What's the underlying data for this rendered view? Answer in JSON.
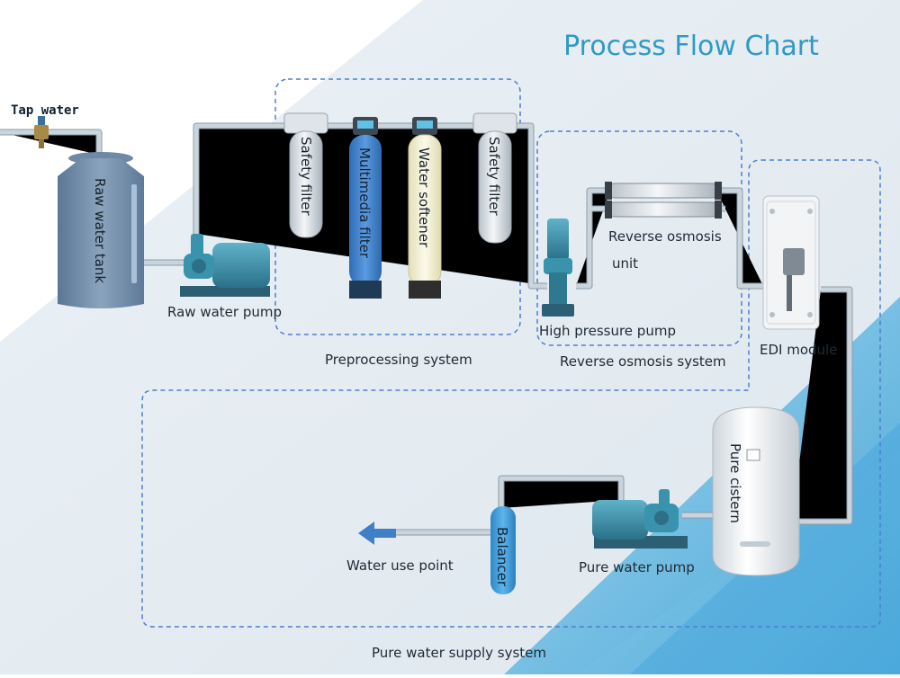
{
  "title": "Process Flow Chart",
  "labels": {
    "tap_water": "Tap water",
    "raw_water_tank": "Raw water tank",
    "raw_water_pump": "Raw water pump",
    "safety_filter_1": "Safety filter",
    "multimedia_filter": "Multimedia filter",
    "water_softener": "Water softener",
    "safety_filter_2": "Safety filter",
    "reverse_osmosis_unit_line1": "Reverse osmosis",
    "reverse_osmosis_unit_line2": "unit",
    "high_pressure_pump": "High pressure pump",
    "edi_module": "EDI module",
    "pure_cistern": "Pure cistern",
    "pure_water_pump": "Pure water pump",
    "balancer": "Balancer",
    "water_use_point": "Water use point"
  },
  "groups": {
    "preprocessing": "Preprocessing system",
    "reverse_osmosis": "Reverse osmosis system",
    "pure_water_supply": "Pure water supply system"
  },
  "colors": {
    "title": "#2f9ac4",
    "group_border": "#4d7fd0",
    "background_band": "#d9e3ec",
    "accent_band": "#69b6de",
    "tank": "#6f8aa7",
    "pump": "#3b8fa8",
    "multimedia_filter": "#3f7fc6",
    "water_softener": "#f3f1d2",
    "balancer": "#3b9ad8",
    "arrow": "#3f7fc6"
  },
  "icons": {
    "arrow": "left-arrow-icon",
    "valve": "valve-icon"
  }
}
